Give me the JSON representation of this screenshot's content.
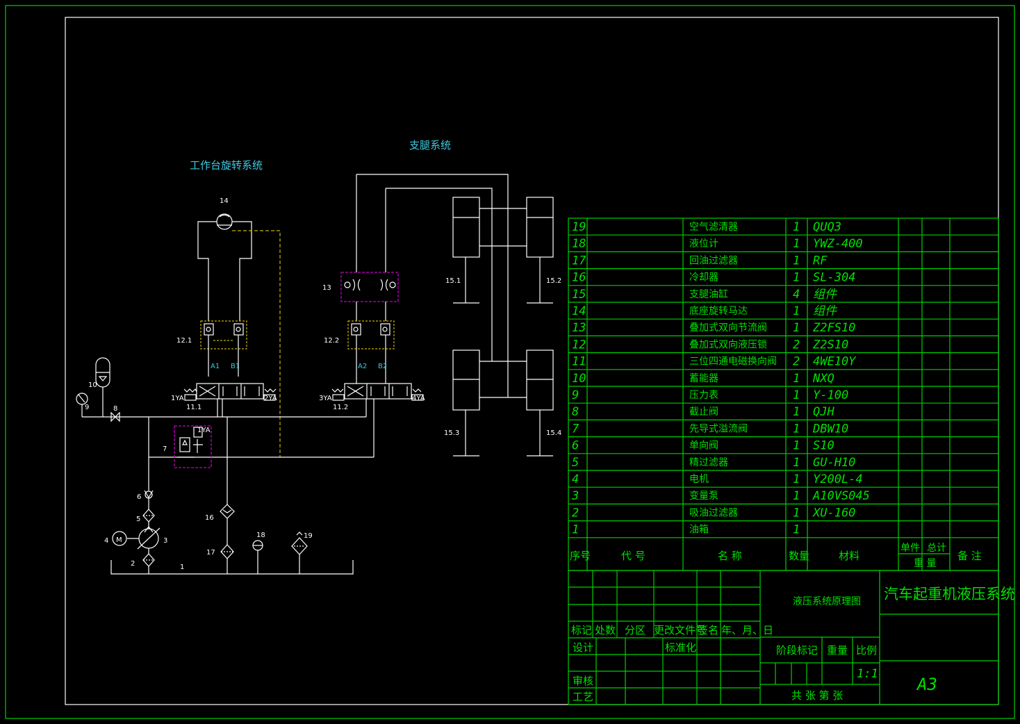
{
  "titles": {
    "rotation_system": "工作台旋转系统",
    "outrigger_system": "支腿系统"
  },
  "labels": {
    "c14": "14",
    "c13": "13",
    "c12_1": "12.1",
    "c12_2": "12.2",
    "A1": "A1",
    "B1": "B1",
    "A2": "A2",
    "B2": "B2",
    "ya1": "1YA",
    "ya2": "2YA",
    "ya3": "3YA",
    "ya4": "4YA",
    "ya1b": "1YA",
    "c11_1": "11.1",
    "c11_2": "11.2",
    "c10": "10",
    "c9": "9",
    "c8": "8",
    "c7": "7",
    "c6": "6",
    "c5": "5",
    "c4": "4",
    "c3": "3",
    "c2": "2",
    "c1": "1",
    "c16": "16",
    "c17": "17",
    "c18": "18",
    "c19": "19",
    "c15_1": "15.1",
    "c15_2": "15.2",
    "c15_3": "15.3",
    "c15_4": "15.4"
  },
  "bom": [
    {
      "no": "19",
      "name": "空气滤清器",
      "qty": "1",
      "mat": "QUQ3"
    },
    {
      "no": "18",
      "name": "液位计",
      "qty": "1",
      "mat": "YWZ-400"
    },
    {
      "no": "17",
      "name": "回油过滤器",
      "qty": "1",
      "mat": "RF"
    },
    {
      "no": "16",
      "name": "冷却器",
      "qty": "1",
      "mat": "SL-304"
    },
    {
      "no": "15",
      "name": "支腿油缸",
      "qty": "4",
      "mat": "组件"
    },
    {
      "no": "14",
      "name": "底座旋转马达",
      "qty": "1",
      "mat": "组件"
    },
    {
      "no": "13",
      "name": "叠加式双向节流阀",
      "qty": "1",
      "mat": "Z2FS10"
    },
    {
      "no": "12",
      "name": "叠加式双向液压锁",
      "qty": "2",
      "mat": "Z2S10"
    },
    {
      "no": "11",
      "name": "三位四通电磁换向阀",
      "qty": "2",
      "mat": "4WE10Y"
    },
    {
      "no": "10",
      "name": "蓄能器",
      "qty": "1",
      "mat": "NXQ"
    },
    {
      "no": "9",
      "name": "压力表",
      "qty": "1",
      "mat": "Y-100"
    },
    {
      "no": "8",
      "name": "截止阀",
      "qty": "1",
      "mat": "QJH"
    },
    {
      "no": "7",
      "name": "先导式溢流阀",
      "qty": "1",
      "mat": "DBW10"
    },
    {
      "no": "6",
      "name": "单向阀",
      "qty": "1",
      "mat": "S10"
    },
    {
      "no": "5",
      "name": "精过滤器",
      "qty": "1",
      "mat": "GU-H10"
    },
    {
      "no": "4",
      "name": "电机",
      "qty": "1",
      "mat": "Y200L-4"
    },
    {
      "no": "3",
      "name": "变量泵",
      "qty": "1",
      "mat": "A10VS045"
    },
    {
      "no": "2",
      "name": "吸油过滤器",
      "qty": "1",
      "mat": "XU-160"
    },
    {
      "no": "1",
      "name": "油箱",
      "qty": "1",
      "mat": ""
    }
  ],
  "bom_header": {
    "no": "序号",
    "code": "代 号",
    "name": "名 称",
    "qty": "数量",
    "mat": "材料",
    "unit": "单件",
    "total": "总计",
    "weight": "重 量",
    "note": "备 注"
  },
  "title_block": {
    "drawing_name": "液压系统原理图",
    "project": "汽车起重机液压系统",
    "mark": "标记",
    "count": "处数",
    "zone": "分区",
    "doc": "更改文件号",
    "sign": "签名",
    "date": "年、月、日",
    "design": "设计",
    "standard": "标准化",
    "review": "审核",
    "process": "工艺",
    "stage": "阶段标记",
    "weight": "重量",
    "scale_label": "比例",
    "scale": "1:1",
    "sheets": "共  张  第  张",
    "size": "A3"
  },
  "colors": {
    "background": "#000000",
    "frame": "#00d000",
    "lines": "#ffffff",
    "title_text": "#40c8e0",
    "pilot": "#c9b000",
    "stack_valve": "#c000c0"
  }
}
